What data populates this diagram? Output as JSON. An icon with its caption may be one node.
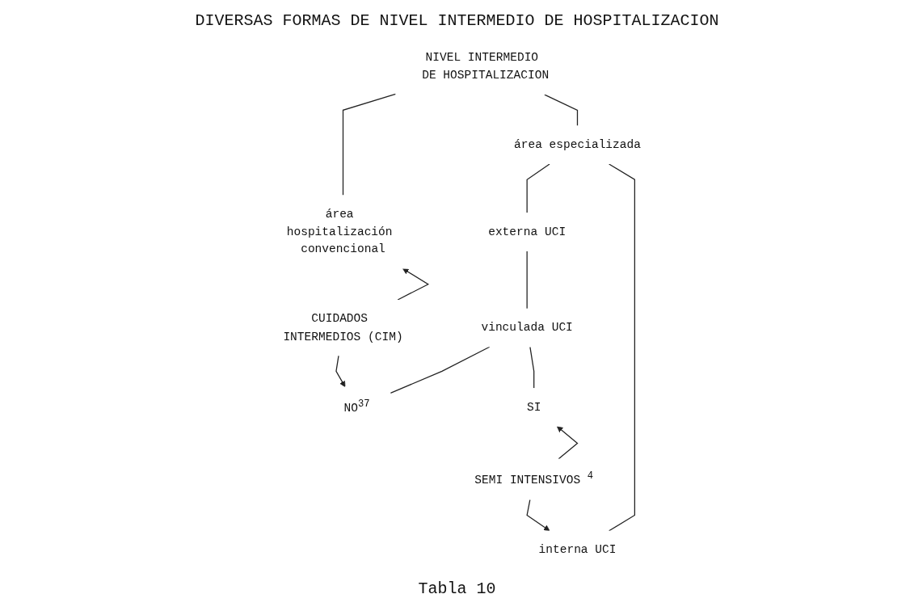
{
  "diagram": {
    "title": "DIVERSAS FORMAS DE NIVEL INTERMEDIO DE HOSPITALIZACION",
    "caption": "Tabla 10",
    "nodes": [
      {
        "text": [
          "NIVEL INTERMEDIO DE HOSPITALIZACION"
        ]
      },
      {
        "text": [
          "área hospitalización convencional"
        ]
      },
      {
        "text": [
          "área especializada"
        ]
      },
      {
        "text": [
          "externa UCI"
        ]
      },
      {
        "text": [
          "interna UCI"
        ]
      },
      {
        "text": [
          "vinculada UCI"
        ]
      },
      {
        "text": [
          "NO$^{37}$"
        ]
      },
      {
        "text": [
          "SI"
        ]
      },
      {
        "text": [
          "CUIDADOS INTERMEDIOS (CIM)"
        ]
      },
      {
        "text": [
          "SEMI INTENSIVOS $^{4}$"
        ]
      }
    ],
    "edges": [
      {
        "from": 0,
        "to": 1,
        "arrow": "none"
      },
      {
        "from": 0,
        "to": 2,
        "arrow": "none"
      },
      {
        "from": 2,
        "to": 3,
        "arrow": "none"
      },
      {
        "from": 2,
        "to": 4,
        "arrow": "none"
      },
      {
        "from": 3,
        "to": 5,
        "arrow": "none"
      },
      {
        "from": 5,
        "to": 6,
        "arrow": "none"
      },
      {
        "from": 5,
        "to": 7,
        "arrow": "none"
      },
      {
        "from": 8,
        "to": 1,
        "arrow": "to"
      },
      {
        "from": 8,
        "to": 6,
        "arrow": "to"
      },
      {
        "from": 9,
        "to": 7,
        "arrow": "to"
      },
      {
        "from": 9,
        "to": 4,
        "arrow": "to"
      }
    ]
  }
}
